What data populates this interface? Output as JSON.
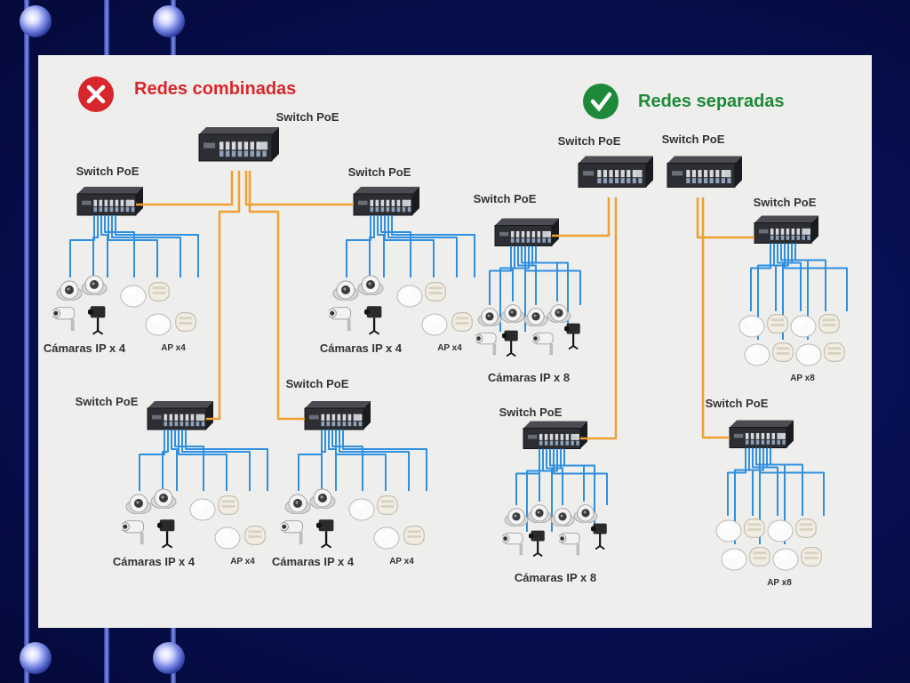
{
  "combined": {
    "title": "Redes combinadas",
    "status": "error",
    "status_color": "#d7262c",
    "switches": [
      {
        "label": "Switch PoE",
        "role": "core"
      },
      {
        "label": "Switch PoE"
      },
      {
        "label": "Switch PoE"
      },
      {
        "label": "Switch PoE"
      },
      {
        "label": "Switch PoE"
      }
    ],
    "groups": [
      {
        "cameras_label": "Cámaras IP x 4",
        "ap_label": "AP x4"
      },
      {
        "cameras_label": "Cámaras IP x 4",
        "ap_label": "AP x4"
      },
      {
        "cameras_label": "Cámaras IP x 4",
        "ap_label": "AP x4"
      },
      {
        "cameras_label": "Cámaras IP x 4",
        "ap_label": "AP x4"
      }
    ]
  },
  "separate": {
    "title": "Redes separadas",
    "status": "ok",
    "status_color": "#1d8a3a",
    "switches": [
      {
        "label": "Switch PoE",
        "role": "core-cameras"
      },
      {
        "label": "Switch PoE",
        "role": "core-ap"
      },
      {
        "label": "Switch PoE"
      },
      {
        "label": "Switch PoE"
      },
      {
        "label": "Switch PoE"
      },
      {
        "label": "Switch PoE"
      }
    ],
    "groups": [
      {
        "label": "Cámaras IP x 8"
      },
      {
        "label": "Cámaras IP x 8"
      },
      {
        "label": "AP x8"
      },
      {
        "label": "AP x8"
      }
    ]
  },
  "colors": {
    "uplink": "#f0a030",
    "drop": "#2f8fe0",
    "title_red": "#d7262c",
    "title_green": "#1d8a3a"
  }
}
